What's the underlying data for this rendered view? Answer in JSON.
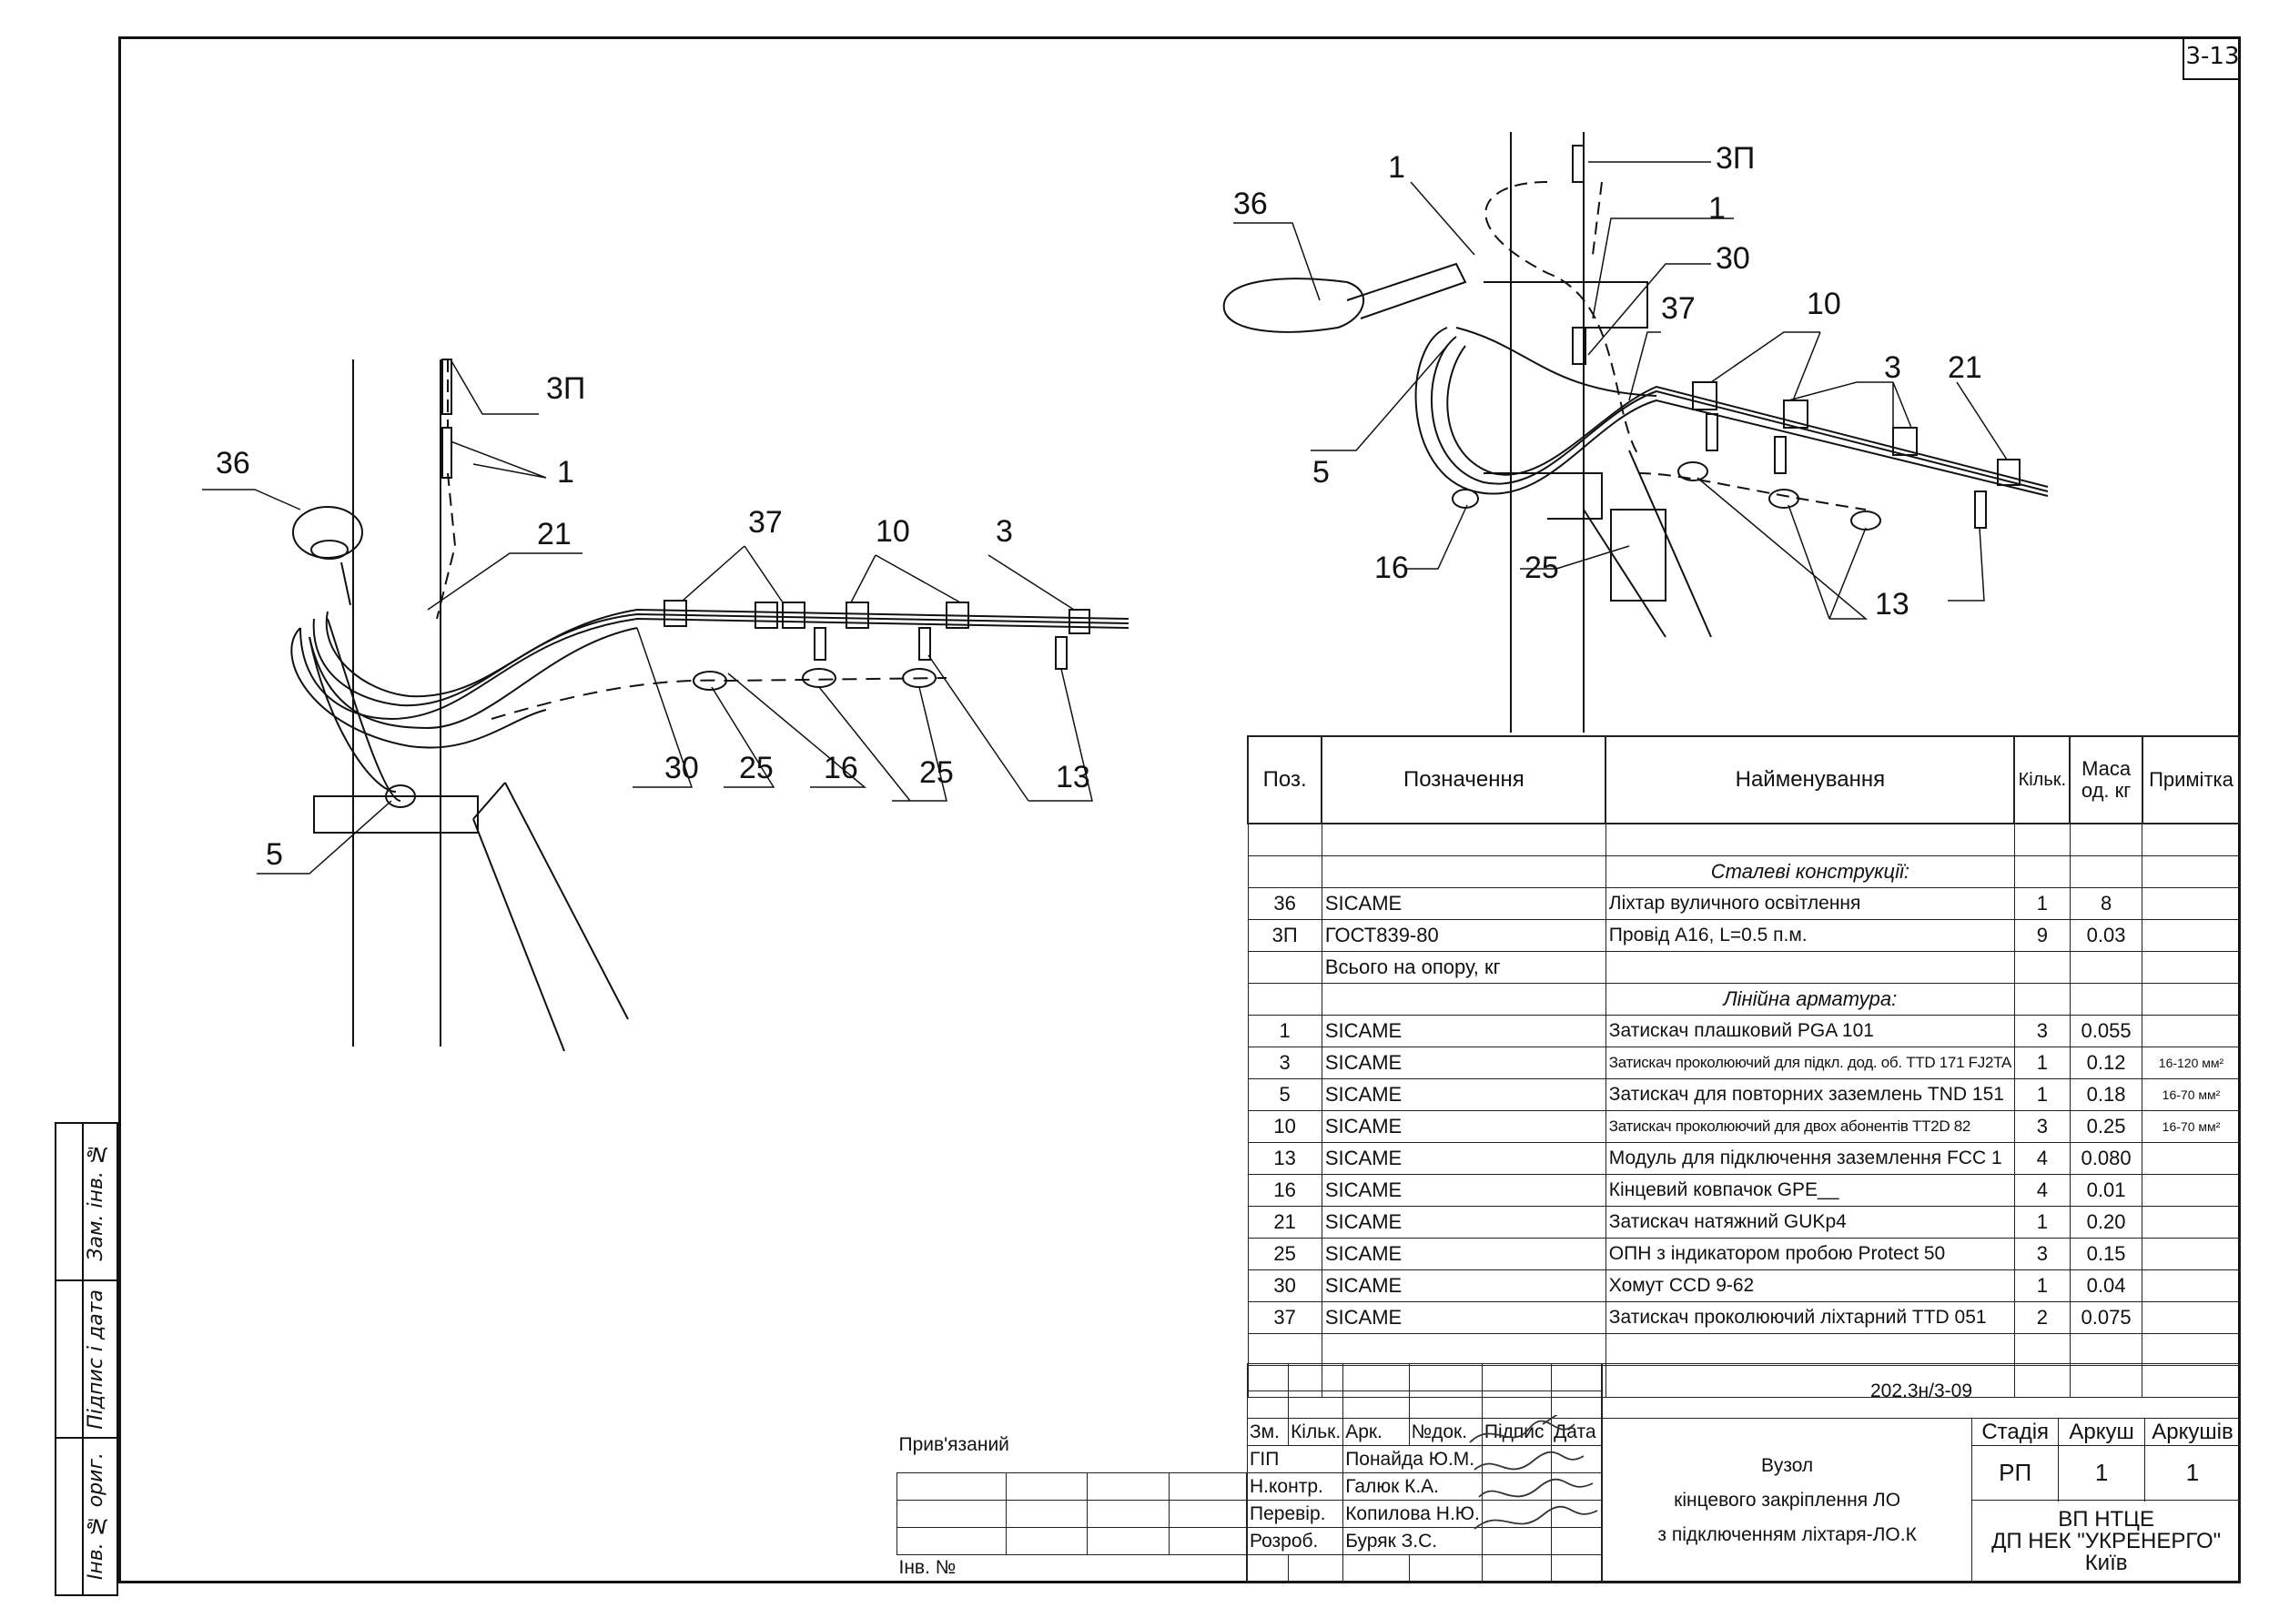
{
  "sheet_number": "3-13",
  "left_strip": {
    "zam_inv": "Зам. інв. №",
    "pidpys_data": "Підпис і дата",
    "inv_orig": "Інв. № ориг."
  },
  "callouts_left": [
    "36",
    "3П",
    "1",
    "21",
    "37",
    "10",
    "3",
    "30",
    "25",
    "16",
    "25",
    "13",
    "5"
  ],
  "callouts_right": [
    "1",
    "36",
    "3П",
    "1",
    "30",
    "37",
    "10",
    "3",
    "21",
    "5",
    "16",
    "25",
    "13"
  ],
  "spec_table": {
    "headers": {
      "pos": "Поз.",
      "designation": "Позначення",
      "name": "Найменування",
      "qty": "Кільк.",
      "mass_1": "Маса",
      "mass_2": "од. кг",
      "note": "Примітка"
    },
    "section_steel": "Сталеві конструкції:",
    "steel_rows": [
      {
        "pos": "36",
        "designation": "SICAME",
        "name": "Ліхтар вуличного освітлення",
        "qty": "1",
        "mass": "8",
        "note": ""
      },
      {
        "pos": "3П",
        "designation": "ГОСТ839-80",
        "name": "Провід А16, L=0.5 п.м.",
        "qty": "9",
        "mass": "0.03",
        "note": ""
      }
    ],
    "total_label": "Всього на опору, кг",
    "section_fittings": "Лінійна арматура:",
    "fitting_rows": [
      {
        "pos": "1",
        "designation": "SICAME",
        "name": "Затискач плашковий PGA 101",
        "qty": "3",
        "mass": "0.055",
        "note": ""
      },
      {
        "pos": "3",
        "designation": "SICAME",
        "name": "Затискач проколюючий для підкл. дод. об. TTD 171 FJ2TA",
        "qty": "1",
        "mass": "0.12",
        "note": "16-120 мм²"
      },
      {
        "pos": "5",
        "designation": "SICAME",
        "name": "Затискач для повторних заземлень TND 151",
        "qty": "1",
        "mass": "0.18",
        "note": "16-70 мм²"
      },
      {
        "pos": "10",
        "designation": "SICAME",
        "name": "Затискач проколюючий для двох абонентів TT2D 82",
        "qty": "3",
        "mass": "0.25",
        "note": "16-70 мм²"
      },
      {
        "pos": "13",
        "designation": "SICAME",
        "name": "Модуль для підключення заземлення FCC 1",
        "qty": "4",
        "mass": "0.080",
        "note": ""
      },
      {
        "pos": "16",
        "designation": "SICAME",
        "name": "Кінцевий ковпачок GPE__",
        "qty": "4",
        "mass": "0.01",
        "note": ""
      },
      {
        "pos": "21",
        "designation": "SICAME",
        "name": "Затискач натяжний GUKp4",
        "qty": "1",
        "mass": "0.20",
        "note": ""
      },
      {
        "pos": "25",
        "designation": "SICAME",
        "name": "ОПН з індикатором пробою Protect 50",
        "qty": "3",
        "mass": "0.15",
        "note": ""
      },
      {
        "pos": "30",
        "designation": "SICAME",
        "name": "Хомут CCD 9-62",
        "qty": "1",
        "mass": "0.04",
        "note": ""
      },
      {
        "pos": "37",
        "designation": "SICAME",
        "name": "Затискач проколюючий ліхтарний TTD 051",
        "qty": "2",
        "mass": "0.075",
        "note": ""
      }
    ]
  },
  "title_block": {
    "doc_id": "202.3н/3-09",
    "privyazanyi": "Прив'язаний",
    "inv_no": "Інв. №",
    "rev_headers": [
      "Зм.",
      "Кільк.",
      "Арк.",
      "№док.",
      "Підпис",
      "Дата"
    ],
    "signatories": [
      {
        "role": "ГІП",
        "name": "Понайда Ю.М."
      },
      {
        "role": "Н.контр.",
        "name": "Галюк К.А."
      },
      {
        "role": "Перевір.",
        "name": "Копилова Н.Ю."
      },
      {
        "role": "Розроб.",
        "name": "Буряк З.С."
      }
    ],
    "title_line1": "Вузол",
    "title_line2": "кінцевого закріплення ЛО",
    "title_line3": "з підключенням ліхтаря-ЛО.К",
    "stage_label": "Стадія",
    "sheet_label": "Аркуш",
    "sheets_label": "Аркушів",
    "stage_value": "РП",
    "sheet_value": "1",
    "sheets_value": "1",
    "org_line1": "ВП НТЦЕ",
    "org_line2": "ДП НЕК \"УКРЕНЕРГО\"",
    "org_line3": "Київ"
  }
}
